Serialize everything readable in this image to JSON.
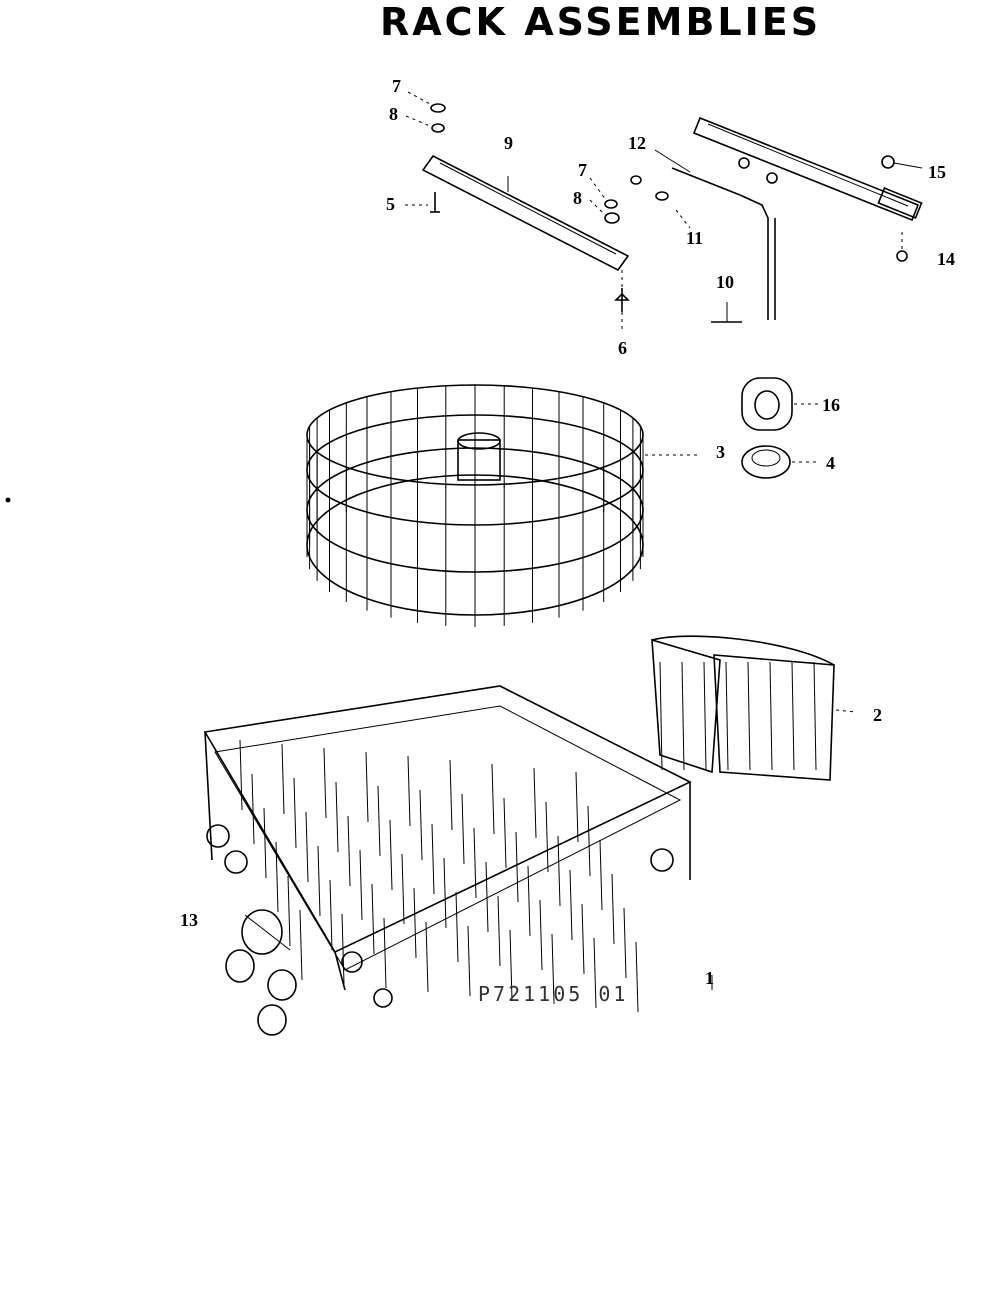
{
  "title": "RACK ASSEMBLIES",
  "drawing_code": "P721105 01",
  "callouts": {
    "c1": "1",
    "c2": "2",
    "c3": "3",
    "c4": "4",
    "c5": "5",
    "c6": "6",
    "c7a": "7",
    "c7b": "7",
    "c8a": "8",
    "c8b": "8",
    "c9": "9",
    "c10": "10",
    "c11": "11",
    "c12": "12",
    "c13": "13",
    "c14": "14",
    "c15": "15",
    "c16": "16"
  }
}
